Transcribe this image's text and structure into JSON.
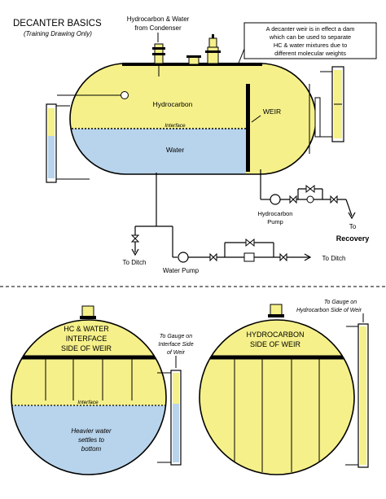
{
  "title": {
    "main": "DECANTER BASICS",
    "sub": "(Training Drawing Only)"
  },
  "labels": {
    "inlet_line1": "Hydrocarbon & Water",
    "inlet_line2": "from Condenser",
    "note_lines": [
      "A decanter weir is in effect a dam",
      "which can be used to separate",
      "HC & water mixtures due to",
      "different molecular weights"
    ],
    "hydrocarbon": "Hydrocarbon",
    "interface": "Interface",
    "water": "Water",
    "weir": "WEIR",
    "hc_pump_line1": "Hydrocarbon",
    "hc_pump_line2": "Pump",
    "to_recovery_line1": "To",
    "to_recovery_line2": "Recovery",
    "to_ditch_left": "To Ditch",
    "water_pump": "Water Pump",
    "to_ditch_right": "To Ditch"
  },
  "lower_left": {
    "title_lines": [
      "HC & WATER",
      "INTERFACE",
      "SIDE OF WEIR"
    ],
    "interface": "Interface",
    "water_lines": [
      "Heavier water",
      "settles to",
      "bottom"
    ],
    "gauge_lines": [
      "To Gauge on",
      "Interface Side",
      "of Weir"
    ]
  },
  "lower_right": {
    "title_lines": [
      "HYDROCARBON",
      "SIDE OF WEIR"
    ],
    "gauge_lines": [
      "To Gauge on",
      "Hydrocarbon Side of Weir"
    ]
  },
  "colors": {
    "hydrocarbon": "#f5f08a",
    "water": "#b8d4ec",
    "outline": "#000000",
    "gauge_fill": "#f5f08a"
  }
}
